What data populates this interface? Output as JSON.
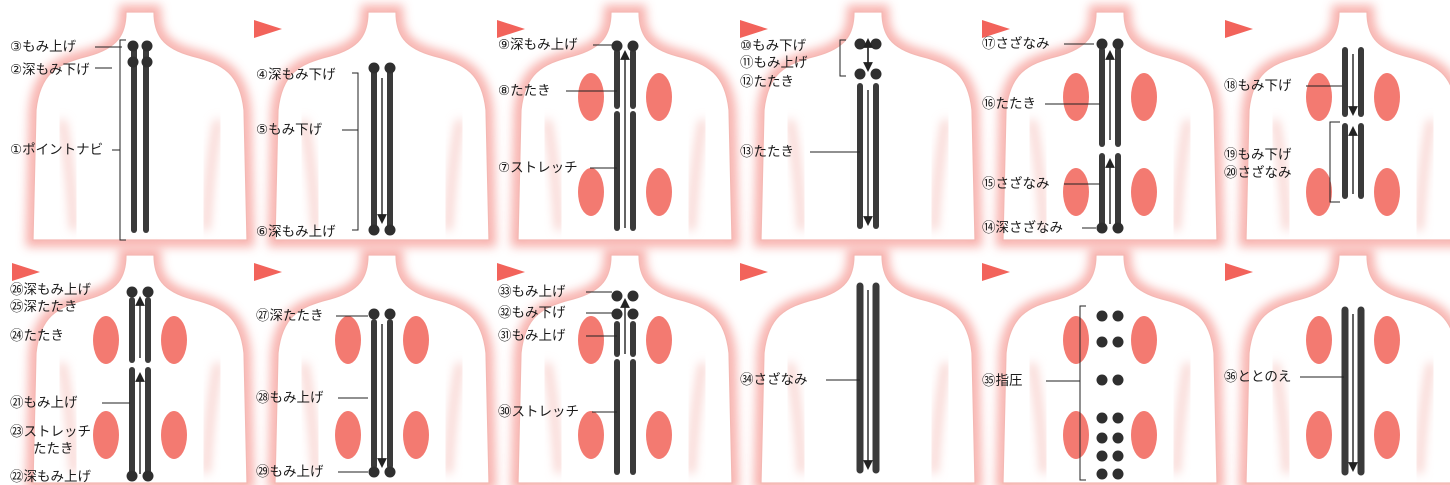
{
  "colors": {
    "body_glow": "#f7a9a4",
    "body_fill": "#ffffff",
    "muscle": "#f26c62",
    "track": "#3a3a3a",
    "dot": "#2f2f2f",
    "arrow": "#222222",
    "flag": "#f2635b"
  },
  "panels": [
    {
      "id": "p1",
      "flag": false,
      "labels": [
        "③もみ上げ",
        "②深もみ下げ",
        "①ポイントナビ"
      ]
    },
    {
      "id": "p2",
      "flag": true,
      "labels": [
        "④深もみ下げ",
        "⑤もみ下げ",
        "⑥深もみ上げ"
      ]
    },
    {
      "id": "p3",
      "flag": true,
      "labels": [
        "⑨深もみ上げ",
        "⑧たたき",
        "⑦ストレッチ"
      ]
    },
    {
      "id": "p4",
      "flag": true,
      "labels": [
        "⑩もみ下げ",
        "⑪もみ上げ",
        "⑫たたき",
        "⑬たたき"
      ]
    },
    {
      "id": "p5",
      "flag": true,
      "labels": [
        "⑰さざなみ",
        "⑯たたき",
        "⑮さざなみ",
        "⑭深さざなみ"
      ]
    },
    {
      "id": "p6",
      "flag": true,
      "labels": [
        "⑱もみ下げ",
        "⑲もみ下げ",
        "⑳さざなみ"
      ]
    },
    {
      "id": "p7",
      "flag": true,
      "labels": [
        "㉖深もみ上げ",
        "㉕深たたき",
        "㉔たたき",
        "㉑もみ上げ",
        "㉓ストレッチ",
        "たたき",
        "㉒深もみ上げ"
      ]
    },
    {
      "id": "p8",
      "flag": true,
      "labels": [
        "㉗深たたき",
        "㉘もみ上げ",
        "㉙もみ上げ"
      ]
    },
    {
      "id": "p9",
      "flag": true,
      "labels": [
        "㉝もみ上げ",
        "㉜もみ下げ",
        "㉛もみ上げ",
        "㉚ストレッチ"
      ]
    },
    {
      "id": "p10",
      "flag": true,
      "labels": [
        "㉞さざなみ"
      ]
    },
    {
      "id": "p11",
      "flag": true,
      "labels": [
        "㉟指圧"
      ]
    },
    {
      "id": "p12",
      "flag": true,
      "labels": [
        "㊱ととのえ"
      ]
    }
  ]
}
